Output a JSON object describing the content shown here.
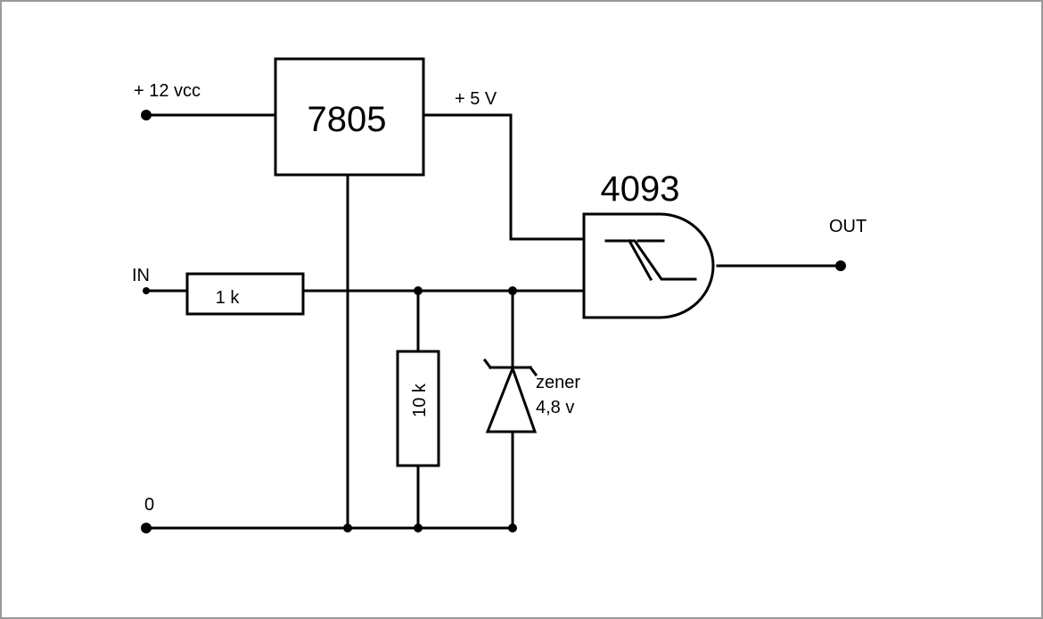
{
  "labels": {
    "vcc": "+ 12 vcc",
    "regulator": "7805",
    "v5": "+ 5 V",
    "gate": "4093",
    "out": "OUT",
    "in": "IN",
    "r1": "1 k",
    "r2": "10 k",
    "zener_name": "zener",
    "zener_value": "4,8 v",
    "ground": "0"
  }
}
